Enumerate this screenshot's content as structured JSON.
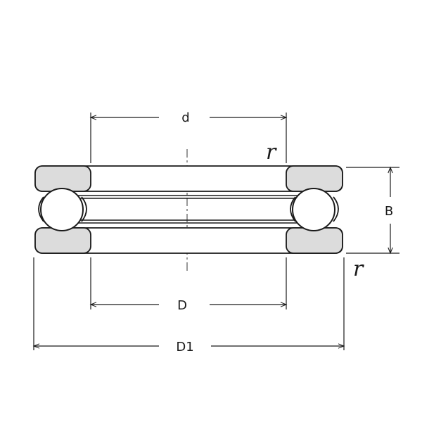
{
  "diagram": {
    "labels": {
      "d": "d",
      "D": "D",
      "D1": "D1",
      "B": "B",
      "r_top": "r",
      "r_bottom": "r"
    },
    "colors": {
      "outline": "#1a1a1a",
      "washer_fill": "#dcdcdc",
      "background": "#ffffff"
    }
  }
}
